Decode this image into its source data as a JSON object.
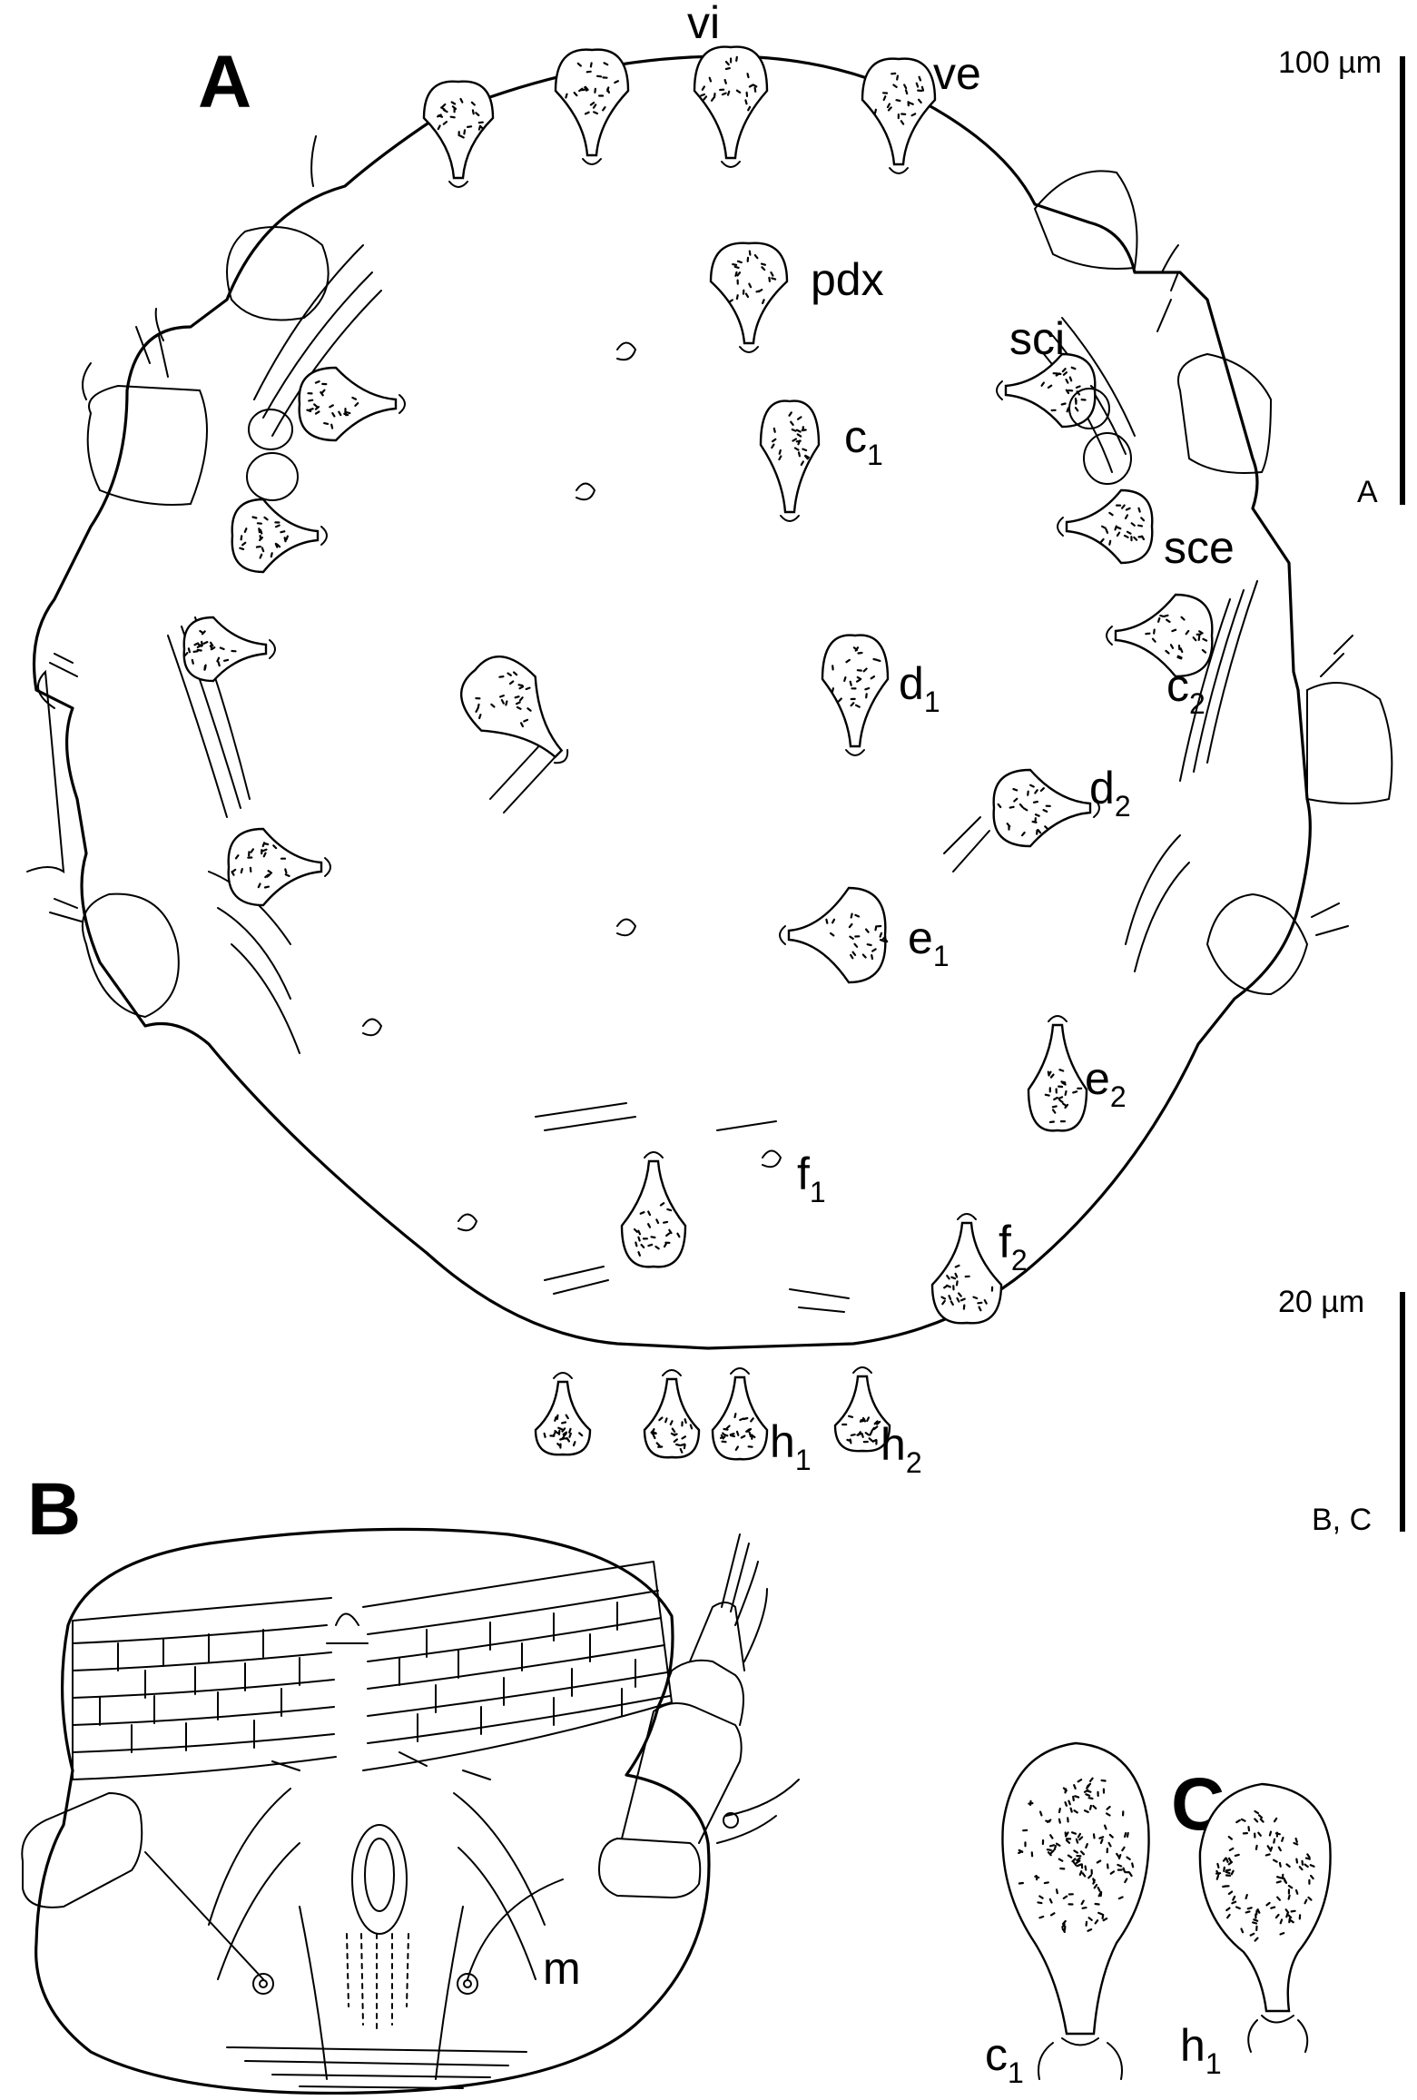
{
  "panels": {
    "a": "A",
    "b": "B",
    "c": "C"
  },
  "seta_labels": {
    "vi": "vi",
    "ve": "ve",
    "pdx": "pdx",
    "sci": "sci",
    "sce": "sce",
    "c1": {
      "base": "c",
      "sub": "1"
    },
    "c2": {
      "base": "c",
      "sub": "2"
    },
    "d1": {
      "base": "d",
      "sub": "1"
    },
    "d2": {
      "base": "d",
      "sub": "2"
    },
    "e1": {
      "base": "e",
      "sub": "1"
    },
    "e2": {
      "base": "e",
      "sub": "2"
    },
    "f1": {
      "base": "f",
      "sub": "1"
    },
    "f2": {
      "base": "f",
      "sub": "2"
    },
    "h1": {
      "base": "h",
      "sub": "1"
    },
    "h2": {
      "base": "h",
      "sub": "2"
    },
    "m": "m"
  },
  "panel_c_labels": {
    "c1": {
      "base": "c",
      "sub": "1"
    },
    "h1": {
      "base": "h",
      "sub": "1"
    }
  },
  "scale_bars": {
    "a": {
      "length_label": "100 µm",
      "applies_to": "A"
    },
    "bc": {
      "length_label": "20 µm",
      "applies_to": "B, C"
    }
  }
}
